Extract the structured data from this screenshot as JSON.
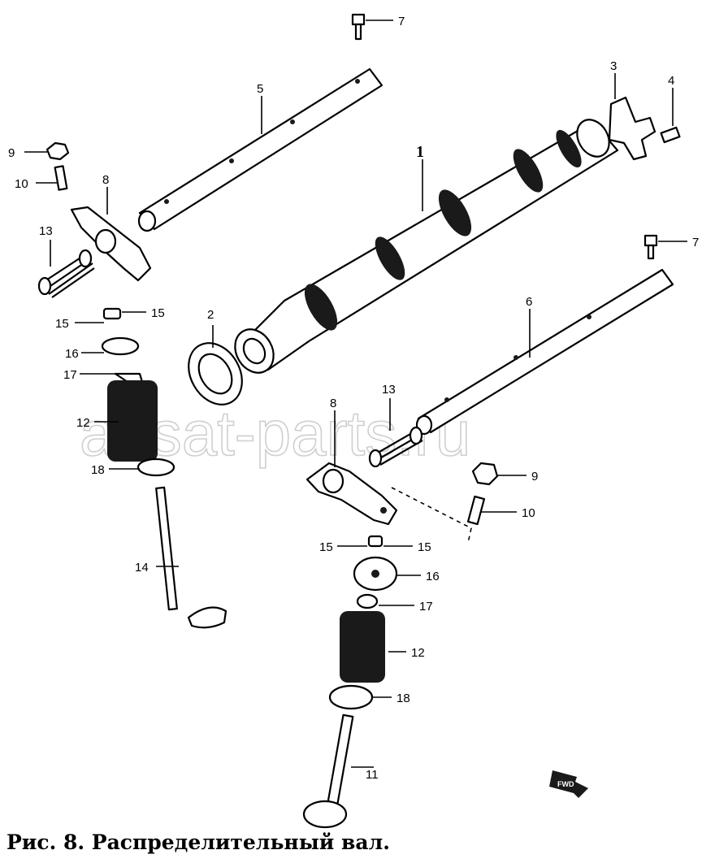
{
  "caption": "Рис. 8. Распределительный вал.",
  "watermark": "ansat-parts.ru",
  "callouts": {
    "c1": "1",
    "c2": "2",
    "c3": "3",
    "c4": "4",
    "c5": "5",
    "c6": "6",
    "c7a": "7",
    "c7b": "7",
    "c8a": "8",
    "c8b": "8",
    "c9a": "9",
    "c9b": "9",
    "c10a": "10",
    "c10b": "10",
    "c11": "11",
    "c12a": "12",
    "c12b": "12",
    "c13a": "13",
    "c13b": "13",
    "c14": "14",
    "c15a": "15",
    "c15b": "15",
    "c15c": "15",
    "c15d": "15",
    "c16a": "16",
    "c16b": "16",
    "c17a": "17",
    "c17b": "17",
    "c18a": "18",
    "c18b": "18"
  },
  "fwd_badge": "FWD",
  "icons": {
    "fwd": "arrow-fwd-icon"
  }
}
